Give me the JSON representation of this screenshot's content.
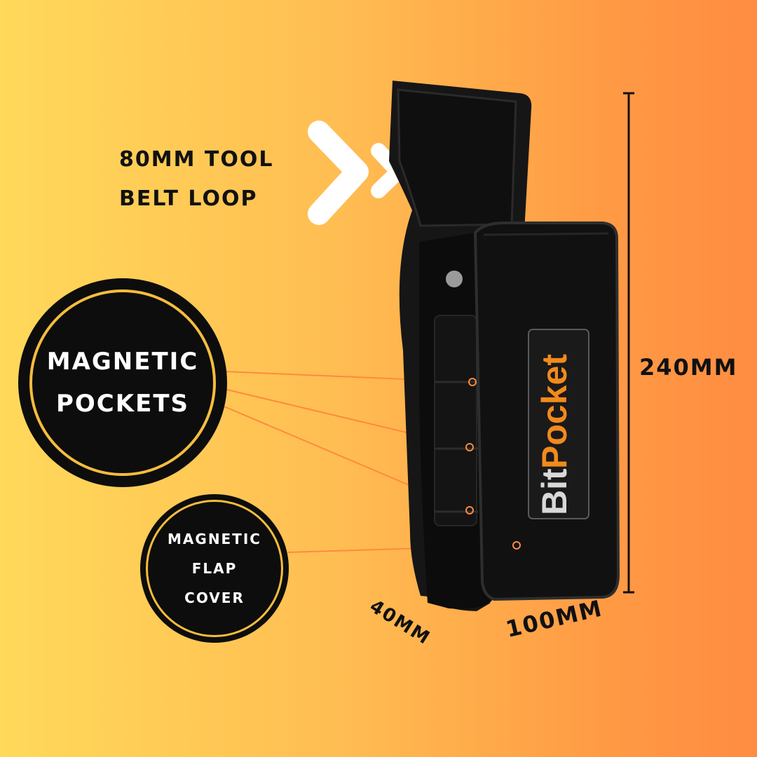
{
  "labels": {
    "belt_loop": "80mm tool\nbelt loop",
    "magnetic_pockets": "Magnetic\nPockets",
    "magnetic_flap_cover": "Magnetic\nflap\ncover",
    "height": "240mm",
    "depth": "40mm",
    "width": "100mm"
  },
  "logo": {
    "text_bit": "Bit",
    "text_pocket": "Pocket"
  },
  "colors": {
    "background_left": "#ffd95a",
    "background_right": "#ff8c42",
    "badge_ring": "#f5bd3d",
    "callout_line": "#ff8a3d",
    "logo_orange": "#f28a1c"
  },
  "icons": {
    "arrow": "double-chevron-right-icon"
  }
}
